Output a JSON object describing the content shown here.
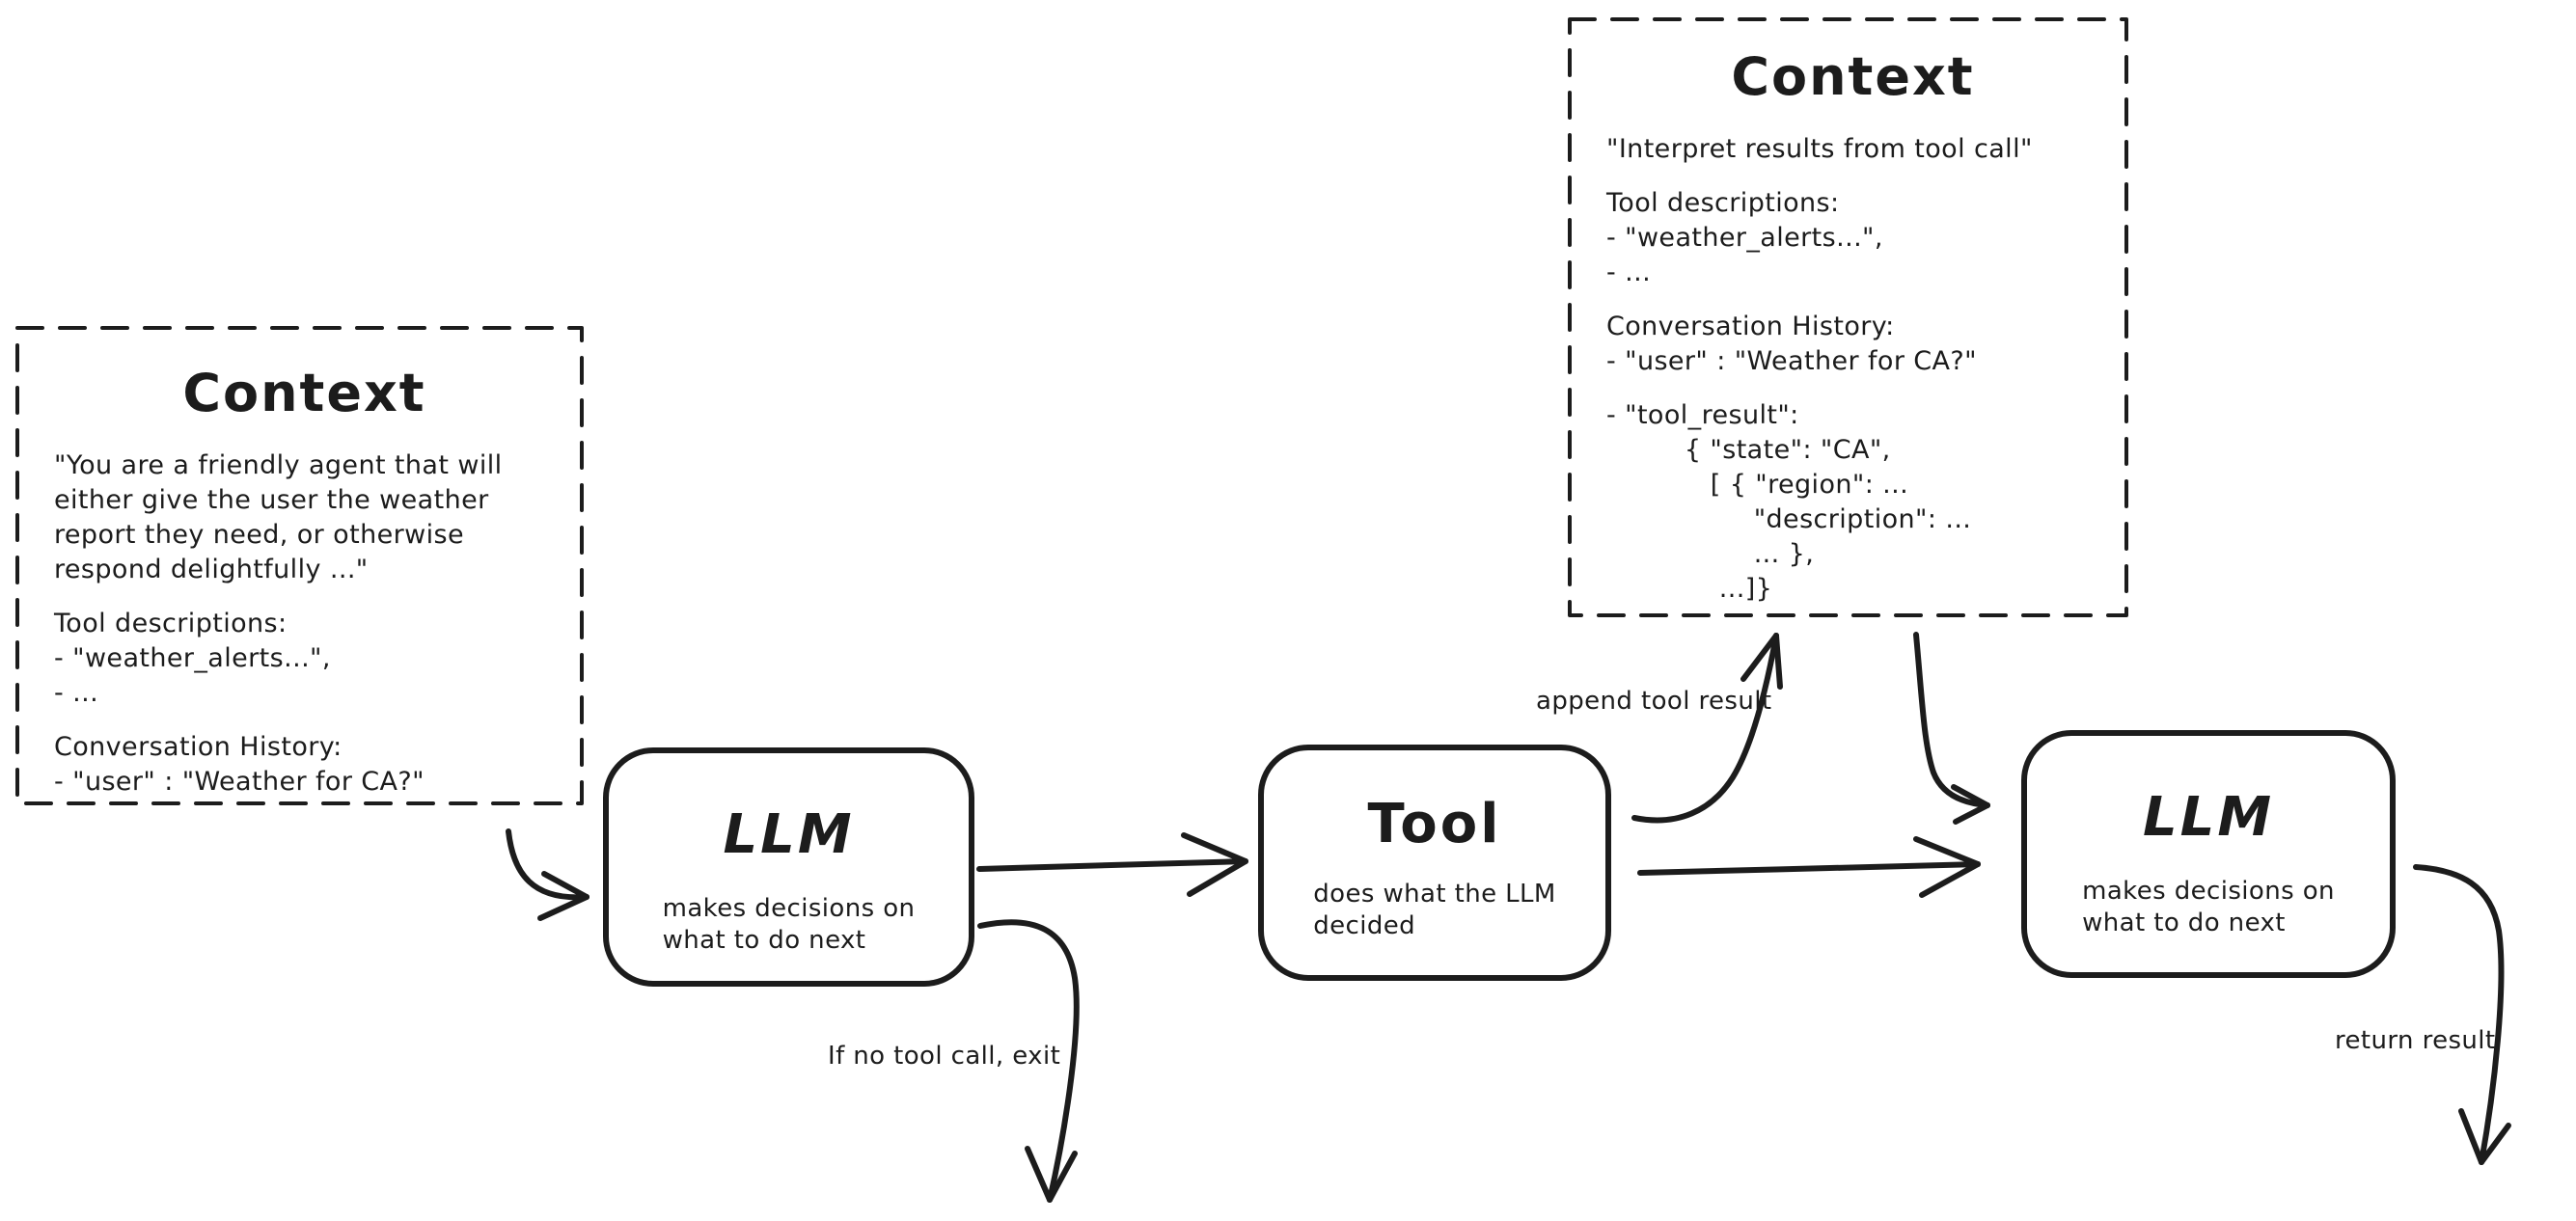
{
  "diagram": {
    "colors": {
      "ink": "#1c1c1c",
      "background": "#ffffff"
    },
    "context_left": {
      "title": "Context",
      "lines": [
        "\"You are a friendly agent that will",
        "either give the user the weather",
        "report they need, or otherwise",
        "respond delightfully ...\"",
        "",
        "Tool descriptions:",
        "- \"weather_alerts...\",",
        "- ...",
        "",
        "Conversation History:",
        "- \"user\" : \"Weather for CA?\""
      ]
    },
    "context_right": {
      "title": "Context",
      "lines": [
        "\"Interpret results from tool call\"",
        "",
        "Tool descriptions:",
        "- \"weather_alerts...\",",
        "- ...",
        "",
        "Conversation History:",
        "- \"user\" : \"Weather for CA?\"",
        "",
        "- \"tool_result\":",
        "         { \"state\": \"CA\",",
        "            [ { \"region\": ...",
        "                 \"description\": ...",
        "                 ... },",
        "             ...]}"
      ]
    },
    "nodes": {
      "llm_1": {
        "title": "LLM",
        "subtitle": "makes decisions on\nwhat to do next"
      },
      "tool": {
        "title": "Tool",
        "subtitle": "does what the LLM\ndecided"
      },
      "llm_2": {
        "title": "LLM",
        "subtitle": "makes decisions on\nwhat to do next"
      }
    },
    "edge_labels": {
      "append_tool_result": "append tool result",
      "no_tool_call_exit": "If no tool call, exit",
      "return_result": "return result"
    }
  }
}
